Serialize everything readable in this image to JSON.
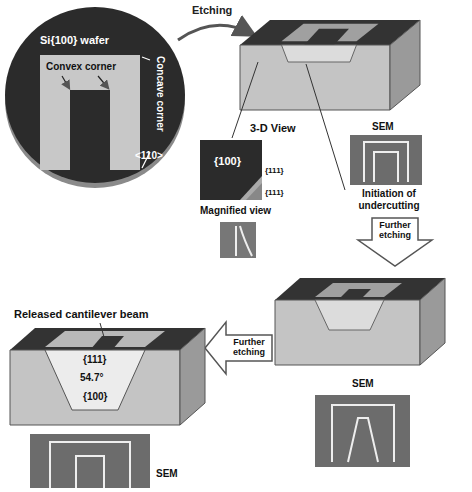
{
  "diagram": {
    "labels": [
      "Si{100} wafer",
      "Convex corner",
      "Concave corner",
      "<110>",
      "Etching",
      "3-D View",
      "Initiation of undercutting",
      "SEM",
      "{100}",
      "{111}",
      "{111}",
      "Magnified view",
      "Further etching",
      "Released cantilever beam",
      "{111}",
      "54.7°",
      "{100}",
      "Further etching",
      "SEM",
      "SEM"
    ]
  }
}
